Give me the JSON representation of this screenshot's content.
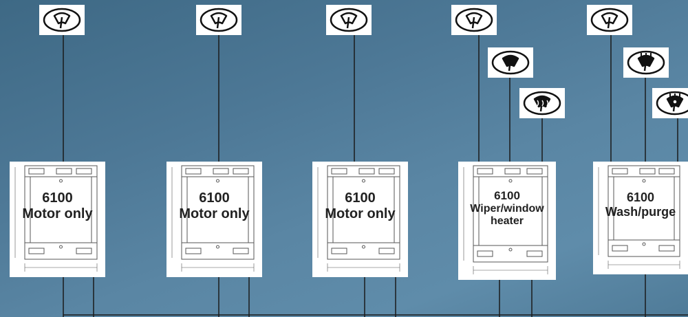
{
  "modules": [
    {
      "model": "6100",
      "function": "Motor only",
      "icons": [
        "wiper-icon"
      ]
    },
    {
      "model": "6100",
      "function": "Motor only",
      "icons": [
        "wiper-icon"
      ]
    },
    {
      "model": "6100",
      "function": "Motor only",
      "icons": [
        "wiper-icon"
      ]
    },
    {
      "model": "6100",
      "function": "Wiper/window",
      "function_line2": "heater",
      "icons": [
        "wiper-icon",
        "wiper-heater-icon",
        "window-heater-icon"
      ]
    },
    {
      "model": "6100",
      "function": "Wash/purge",
      "icons": [
        "wiper-icon",
        "washer-icon",
        "washer-purge-icon"
      ]
    }
  ],
  "colors": {
    "background": "#5a86a4",
    "wire": "#1a1a1a",
    "panel": "#ffffff"
  }
}
